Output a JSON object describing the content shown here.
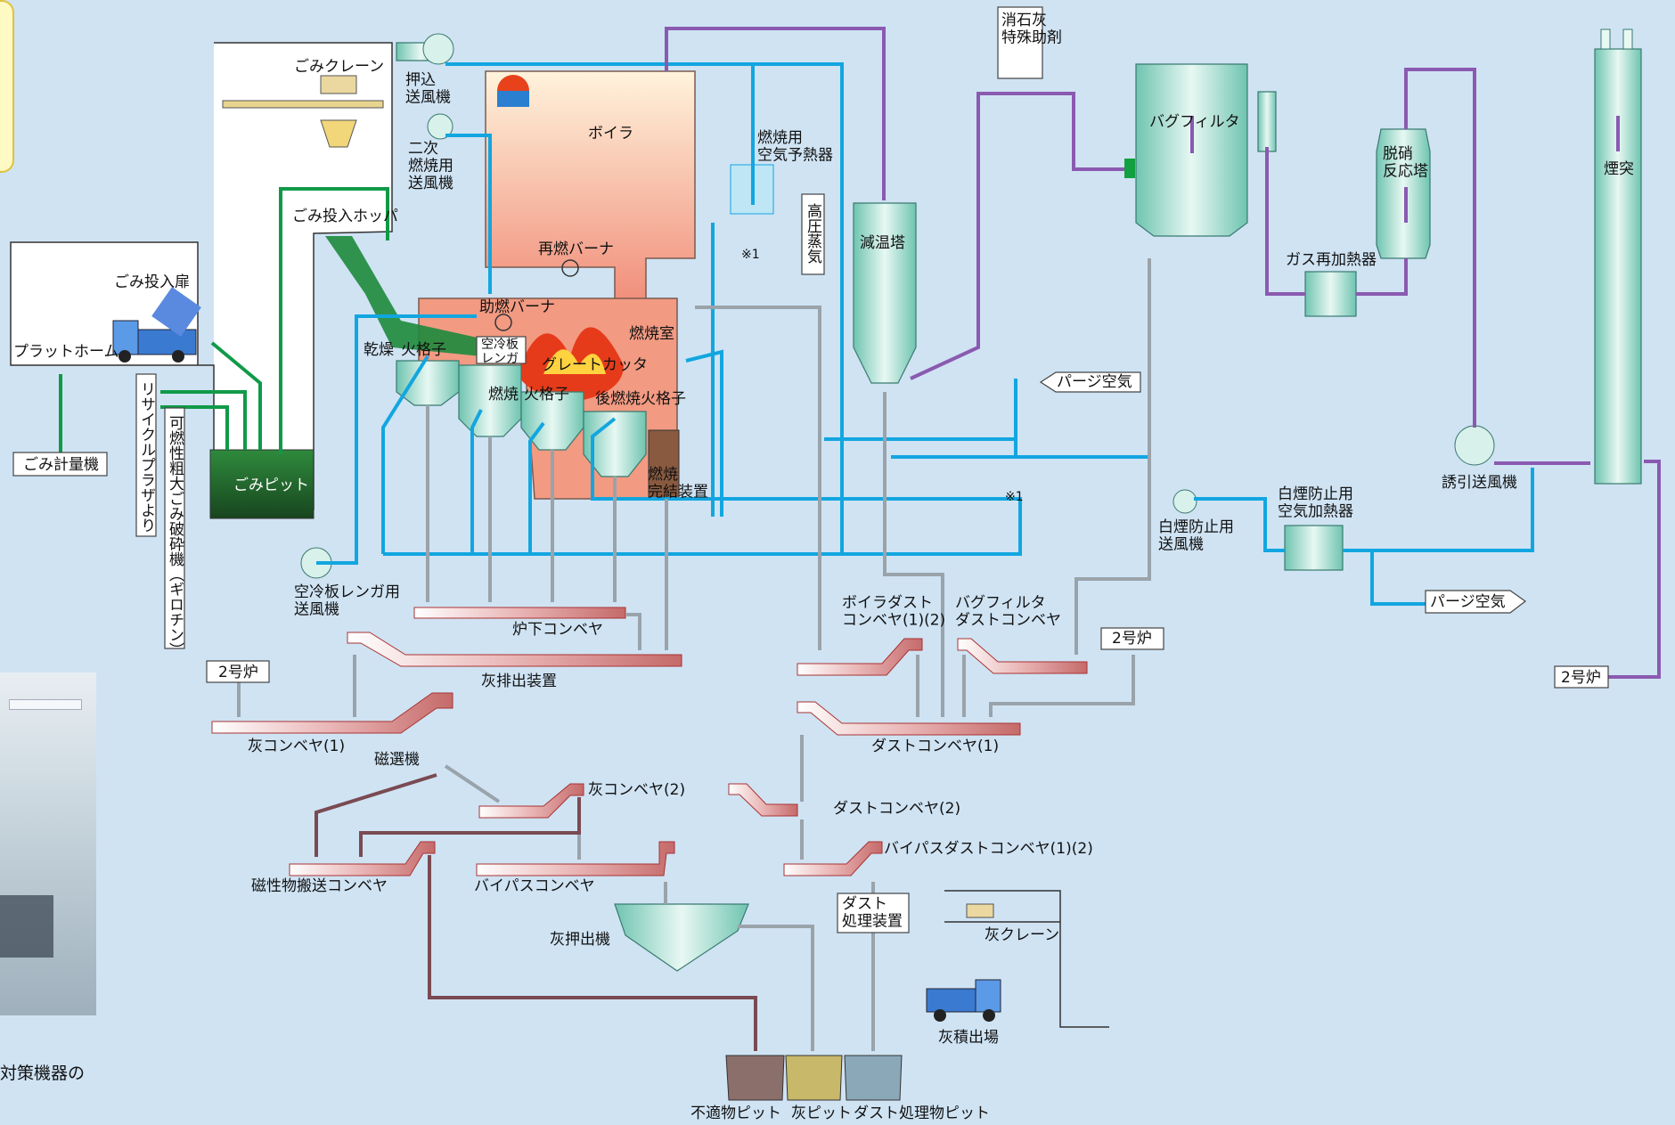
{
  "caption": "対策機器の",
  "labels": {
    "garbage_crane": "ごみクレーン",
    "push_fan": "押込\n送風機",
    "secondary_fan": "二次\n燃焼用\n送風機",
    "boiler": "ボイラ",
    "air_preheater": "燃焼用\n空気予熱器",
    "hp_steam": "高圧蒸気",
    "mark1": "※1",
    "mark1b": "※1",
    "reburn": "再燃バーナ",
    "aux_burner": "助燃バーナ",
    "hopper": "ごみ投入ホッパ",
    "gate": "ごみ投入扉",
    "platform": "プラットホーム",
    "scale": "ごみ計量機",
    "recycle": "リサイクルプラザより",
    "shredder": "可燃性粗大ごみ破砕機（ギロチン）",
    "pit": "ごみピット",
    "dry": "乾燥",
    "grate1": "火格子",
    "air_brick": "空冷板\nレンガ",
    "grate_cutter": "グレートカッタ",
    "furnace": "燃焼室",
    "burn": "燃焼",
    "grate2": "火格子",
    "post_grate": "後燃焼火格子",
    "sinter": "燃焼\n完結装置",
    "airbrick_fan": "空冷板レンガ用\n送風機",
    "under_conv": "炉下コンベヤ",
    "ash_discharge": "灰排出装置",
    "no2_a": "2号炉",
    "ash_conv1": "灰コンベヤ(1)",
    "magnet": "磁選機",
    "ash_conv2": "灰コンベヤ(2)",
    "mag_conv": "磁性物搬送コンベヤ",
    "bypass_conv": "バイパスコンベヤ",
    "ash_pusher": "灰押出機",
    "quench": "減温塔",
    "lime": "消石灰\n特殊助剤",
    "bagfilter": "バグフィルタ",
    "gas_reheater": "ガス再加熱器",
    "denox": "脱硝\n反応塔",
    "stack": "煙突",
    "purge1": "パージ空気",
    "purge2": "パージ空気",
    "idf": "誘引送風機",
    "white_fan": "白煙防止用\n送風機",
    "white_heater": "白煙防止用\n空気加熱器",
    "boiler_dust": "ボイラダスト\nコンベヤ(1)(2)",
    "bf_dust": "バグフィルタ\nダストコンベヤ",
    "no2_b": "2号炉",
    "no2_c": "2号炉",
    "dust_conv1": "ダストコンベヤ(1)",
    "dust_conv2": "ダストコンベヤ(2)",
    "bypass_dust": "バイパスダストコンベヤ(1)(2)",
    "dust_treat": "ダスト\n処理装置",
    "ash_crane": "灰クレーン",
    "ash_yard": "灰積出場",
    "unfit_pit": "不適物ピット",
    "ash_pit": "灰ピット",
    "dust_pit": "ダスト処理物ピット"
  }
}
